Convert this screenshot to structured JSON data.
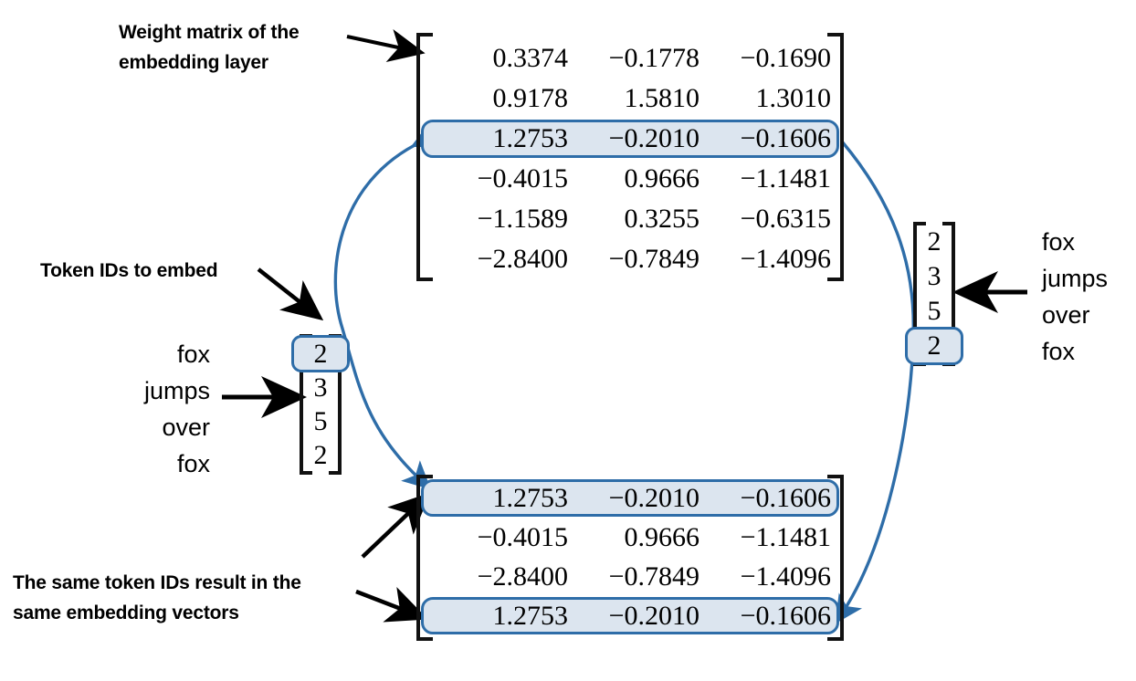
{
  "diagram": {
    "title": "Token embedding lookup via embedding layer weight matrix",
    "accent_color": "#2E6DA8",
    "highlight_fill": "#DCE5EF",
    "curve_color": "#2E6DA8",
    "arrow_color": "#000000"
  },
  "annotations": {
    "weight_matrix_label": "Weight matrix of the\nembedding layer",
    "token_ids_label": "Token IDs to embed",
    "same_ids_label": "The same token IDs result in the\nsame embedding vectors"
  },
  "weight_matrix": {
    "name": "embedding-weight-matrix",
    "rows": 6,
    "cols": 3,
    "highlighted_row_index": 2,
    "values": [
      [
        "0.3374",
        "−0.1778",
        "−0.1690"
      ],
      [
        "0.9178",
        "1.5810",
        "1.3010"
      ],
      [
        "1.2753",
        "−0.2010",
        "−0.1606"
      ],
      [
        "−0.4015",
        "0.9666",
        "−1.1481"
      ],
      [
        "−1.1589",
        "0.3255",
        "−0.6315"
      ],
      [
        "−2.8400",
        "−0.7849",
        "−1.4096"
      ]
    ]
  },
  "embedding_output_matrix": {
    "name": "embedding-output-matrix",
    "rows": 4,
    "cols": 3,
    "highlighted_row_indices": [
      0,
      3
    ],
    "values": [
      [
        "1.2753",
        "−0.2010",
        "−0.1606"
      ],
      [
        "−0.4015",
        "0.9666",
        "−1.1481"
      ],
      [
        "−2.8400",
        "−0.7849",
        "−1.4096"
      ],
      [
        "1.2753",
        "−0.2010",
        "−0.1606"
      ]
    ]
  },
  "left_tokens": {
    "name": "input-token-words",
    "words": [
      "fox",
      "jumps",
      "over",
      "fox"
    ],
    "ids": [
      "2",
      "3",
      "5",
      "2"
    ],
    "highlighted_index": 0
  },
  "right_tokens": {
    "name": "reference-token-words",
    "words": [
      "fox",
      "jumps",
      "over",
      "fox"
    ],
    "ids": [
      "2",
      "3",
      "5",
      "2"
    ],
    "highlighted_index": 3
  },
  "icons": {
    "arrow_words_to_ids": "arrow-right-icon",
    "arrow_label_to_matrix": "arrow-right-icon",
    "arrow_label_to_ids": "arrow-down-right-icon",
    "arrow_words_to_ids_right": "arrow-left-icon",
    "arrow_caption_to_row1": "arrow-up-right-icon",
    "arrow_caption_to_row4": "arrow-down-right-icon",
    "curve_left": "curved-connector-icon",
    "curve_right": "curved-connector-icon"
  }
}
